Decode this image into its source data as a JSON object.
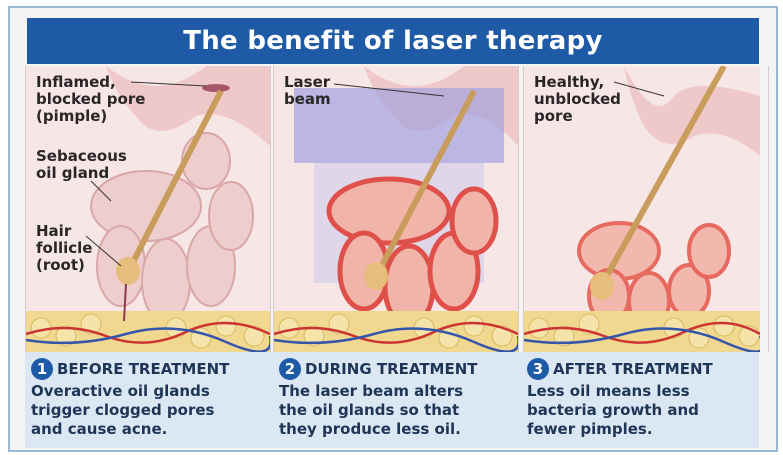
{
  "title": "The benefit of laser therapy",
  "panels": [
    {
      "labels": {
        "pore": "Inflamed,\nblocked pore\n(pimple)",
        "gland": "Sebaceous\noil gland",
        "follicle": "Hair\nfollicle\n(root)"
      }
    },
    {
      "labels": {
        "beam": "Laser\nbeam"
      }
    },
    {
      "labels": {
        "pore": "Healthy,\nunblocked\npore"
      }
    }
  ],
  "steps": [
    {
      "number": "1",
      "title": "BEFORE TREATMENT",
      "description": "Overactive oil glands\ntrigger clogged pores\nand cause acne."
    },
    {
      "number": "2",
      "title": "DURING TREATMENT",
      "description": "The laser beam alters\nthe oil glands so that\nthey produce less oil."
    },
    {
      "number": "3",
      "title": "AFTER TREATMENT",
      "description": "Less oil means less\nbacteria growth and\nfewer pimples."
    }
  ],
  "colors": {
    "banner": "#1f5aa6",
    "caption_bg": "#dbe7f3",
    "skin": "#f6e3e3",
    "gland_pale": "#efc9c9",
    "gland_red": "#e0504a",
    "laser": "#9d9ee0",
    "fat": "#f0d890"
  }
}
